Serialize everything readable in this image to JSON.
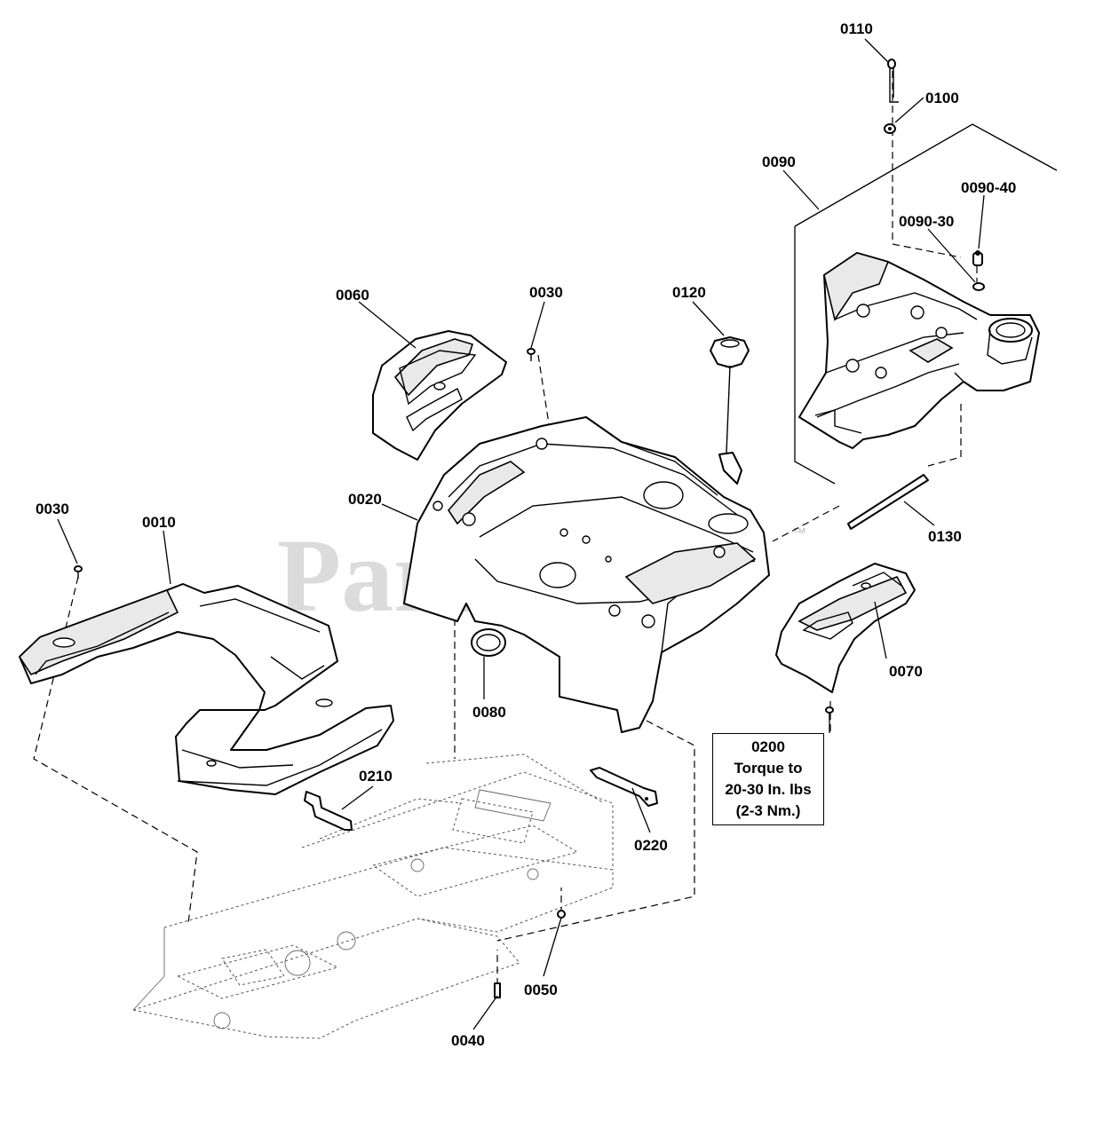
{
  "watermark": {
    "text": "PartsTree",
    "tm": "™"
  },
  "callouts": {
    "c0010": "0010",
    "c0020": "0020",
    "c0030a": "0030",
    "c0030b": "0030",
    "c0040": "0040",
    "c0050": "0050",
    "c0060": "0060",
    "c0070": "0070",
    "c0080": "0080",
    "c0090": "0090",
    "c0090_30": "0090-30",
    "c0090_40": "0090-40",
    "c0100": "0100",
    "c0110": "0110",
    "c0120": "0120",
    "c0130": "0130",
    "c0210": "0210",
    "c0220": "0220"
  },
  "note": {
    "number": "0200",
    "line1": "Torque to",
    "line2": "20-30 In. lbs",
    "line3": "(2-3 Nm.)"
  }
}
